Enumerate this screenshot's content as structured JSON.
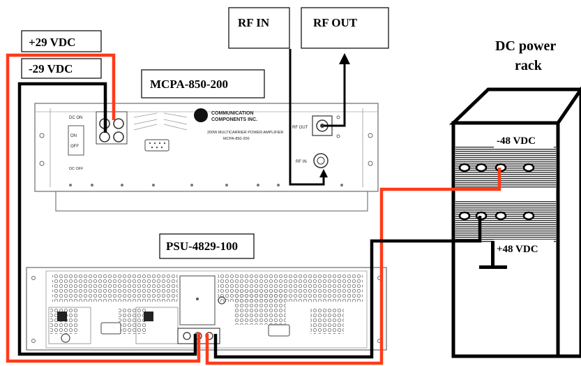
{
  "labels": {
    "plus29": "+29 VDC",
    "minus29": "-29 VDC",
    "mcpa": "MCPA-850-200",
    "rf_in": "RF IN",
    "rf_out": "RF OUT",
    "dc_rack": "DC power rack",
    "minus48": "-48 VDC",
    "plus48": "+48 VDC",
    "psu": "PSU-4829-100"
  },
  "mcpa_panel": {
    "brand_line1": "COMMUNICATION",
    "brand_line2": "COMPONENTS INC.",
    "subtitle": "200W MULTICARRIER POWER AMPLIFIER",
    "model": "MCPA-850-200",
    "switch_on": "ON",
    "switch_off": "OFF",
    "rf_out_port": "RF OUT",
    "rf_in_port": "RF IN"
  },
  "colors": {
    "positive_wire": "#ff3a1a",
    "negative_wire": "#000000"
  }
}
